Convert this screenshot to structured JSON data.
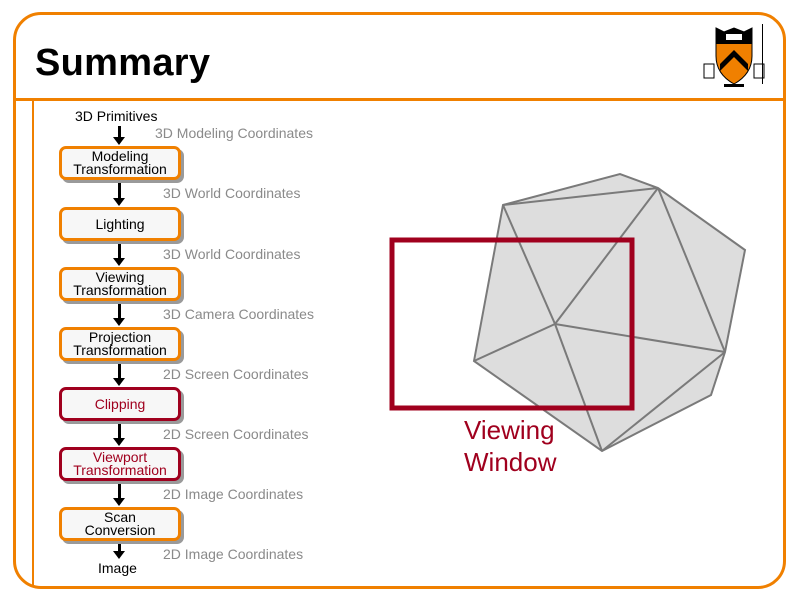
{
  "slide": {
    "title": "Summary",
    "logo": "princeton-shield-logo"
  },
  "pipeline": {
    "input_label": "3D Primitives",
    "output_label": "Image",
    "stages": [
      {
        "label_lines": [
          "Modeling",
          "Transformation"
        ],
        "highlight": false
      },
      {
        "label_lines": [
          "Lighting"
        ],
        "highlight": false
      },
      {
        "label_lines": [
          "Viewing",
          "Transformation"
        ],
        "highlight": false
      },
      {
        "label_lines": [
          "Projection",
          "Transformation"
        ],
        "highlight": false
      },
      {
        "label_lines": [
          "Clipping"
        ],
        "highlight": true
      },
      {
        "label_lines": [
          "Viewport",
          "Transformation"
        ],
        "highlight": true
      },
      {
        "label_lines": [
          "Scan",
          "Conversion"
        ],
        "highlight": false
      }
    ],
    "coordinate_labels": [
      "3D Modeling Coordinates",
      "3D World Coordinates",
      "3D World Coordinates",
      "3D Camera Coordinates",
      "2D Screen Coordinates",
      "2D Screen Coordinates",
      "2D Image Coordinates",
      "2D Image Coordinates"
    ]
  },
  "illustration": {
    "object": "polyhedron-projection",
    "window_label_lines": [
      "Viewing",
      "Window"
    ]
  },
  "colors": {
    "accent_orange": "#f08000",
    "highlight_red": "#a0001e",
    "coord_gray": "#8a8a8a",
    "poly_fill": "#dddddd",
    "poly_edge": "#7a7a7a"
  }
}
